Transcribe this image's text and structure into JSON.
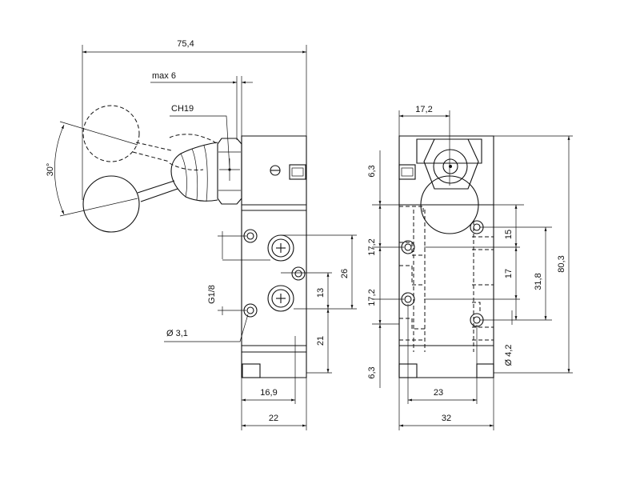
{
  "left_view": {
    "dim_overall_width": "75,4",
    "dim_max": "max 6",
    "dim_hex": "CH19",
    "dim_angle": "30°",
    "dim_port": "G1/8",
    "dim_hole": "Ø 3,1",
    "dim_26": "26",
    "dim_13": "13",
    "dim_21": "21",
    "dim_16_9": "16,9",
    "dim_22": "22"
  },
  "right_view": {
    "dim_17_2_top": "17,2",
    "dim_6_3_top": "6,3",
    "dim_17_2_a": "17,2",
    "dim_17_2_b": "17,2",
    "dim_6_3_bottom": "6,3",
    "dim_15": "15",
    "dim_17": "17",
    "dim_31_8": "31,8",
    "dim_80_3": "80,3",
    "dim_hole": "Ø 4,2",
    "dim_23": "23",
    "dim_32": "32"
  }
}
